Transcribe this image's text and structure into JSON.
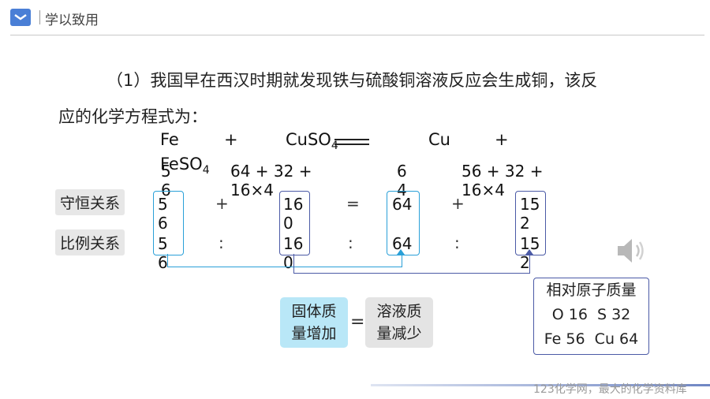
{
  "header": {
    "title": "学以致用"
  },
  "question": {
    "line1": "（1）我国早在西汉时期就发现铁与硫酸铜溶液反应会生成铜，该反",
    "line2": "应的化学方程式为："
  },
  "equation": {
    "fe": "Fe",
    "plus1": "+",
    "cuso4": "CuSO",
    "sub4": "4",
    "cu": "Cu",
    "plus2": "+",
    "feso4": "FeSO",
    "sub4b": "4"
  },
  "masses": {
    "fe": "5\n6",
    "cuso4": "64 + 32 +\n16×4",
    "cu": "6\n4",
    "feso4": "56 + 32 +\n16×4"
  },
  "conservation": {
    "label": "守恒关系",
    "values": [
      "5\n6",
      "16\n0",
      "64",
      "15\n2"
    ],
    "ops": [
      "+",
      "=",
      "+"
    ]
  },
  "ratio": {
    "label": "比例关系",
    "values": [
      "5\n6",
      "16\n0",
      "64",
      "15\n2"
    ],
    "ops": [
      ":",
      ":",
      ":"
    ]
  },
  "result": {
    "solid": "固体质\n量增加",
    "equals": "=",
    "solution": "溶液质\n量减少"
  },
  "atomic_mass": {
    "title": "相对原子质量",
    "row1": "O 16  S 32",
    "row2": "Fe 56  Cu 64"
  },
  "watermark": "123化学网，最大的化学资料库"
}
